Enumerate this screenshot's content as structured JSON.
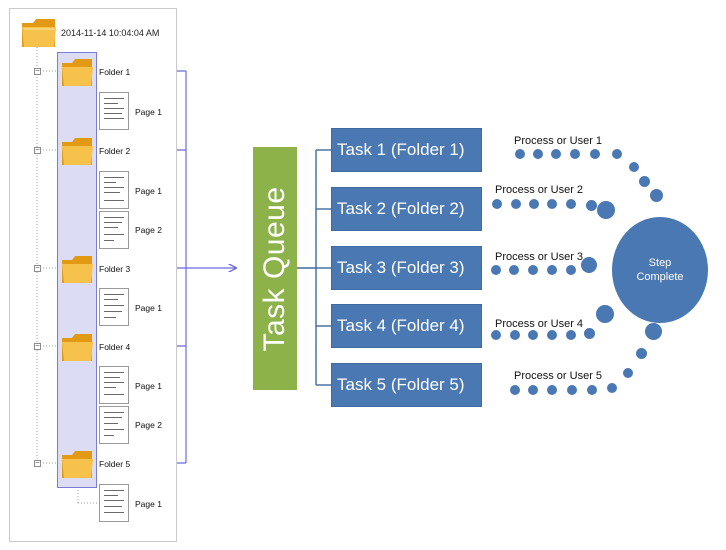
{
  "tree": {
    "root_label": "2014-11-14 10:04:04 AM",
    "folders": [
      {
        "label": "Folder 1",
        "pages": [
          "Page 1"
        ]
      },
      {
        "label": "Folder 2",
        "pages": [
          "Page 1",
          "Page 2"
        ]
      },
      {
        "label": "Folder 3",
        "pages": [
          "Page 1"
        ]
      },
      {
        "label": "Folder 4",
        "pages": [
          "Page 1",
          "Page 2"
        ]
      },
      {
        "label": "Folder 5",
        "pages": [
          "Page 1"
        ]
      }
    ]
  },
  "queue": {
    "label": "Task Queue"
  },
  "tasks": [
    {
      "label": "Task 1 (Folder 1)"
    },
    {
      "label": "Task 2 (Folder 2)"
    },
    {
      "label": "Task 3 (Folder 3)"
    },
    {
      "label": "Task 4 (Folder 4)"
    },
    {
      "label": "Task 5 (Folder 5)"
    }
  ],
  "processes": [
    {
      "label": "Process or User 1"
    },
    {
      "label": "Process or User 2"
    },
    {
      "label": "Process or User 3"
    },
    {
      "label": "Process or User 4"
    },
    {
      "label": "Process or User 5"
    }
  ],
  "step": {
    "line1": "Step",
    "line2": "Complete"
  },
  "colors": {
    "task_blue": "#4a78b3",
    "queue_green": "#8db24a",
    "selection_fill": "#dcdcf4",
    "selection_border": "#7b7bd8",
    "folder_orange": "#f2a51e"
  }
}
